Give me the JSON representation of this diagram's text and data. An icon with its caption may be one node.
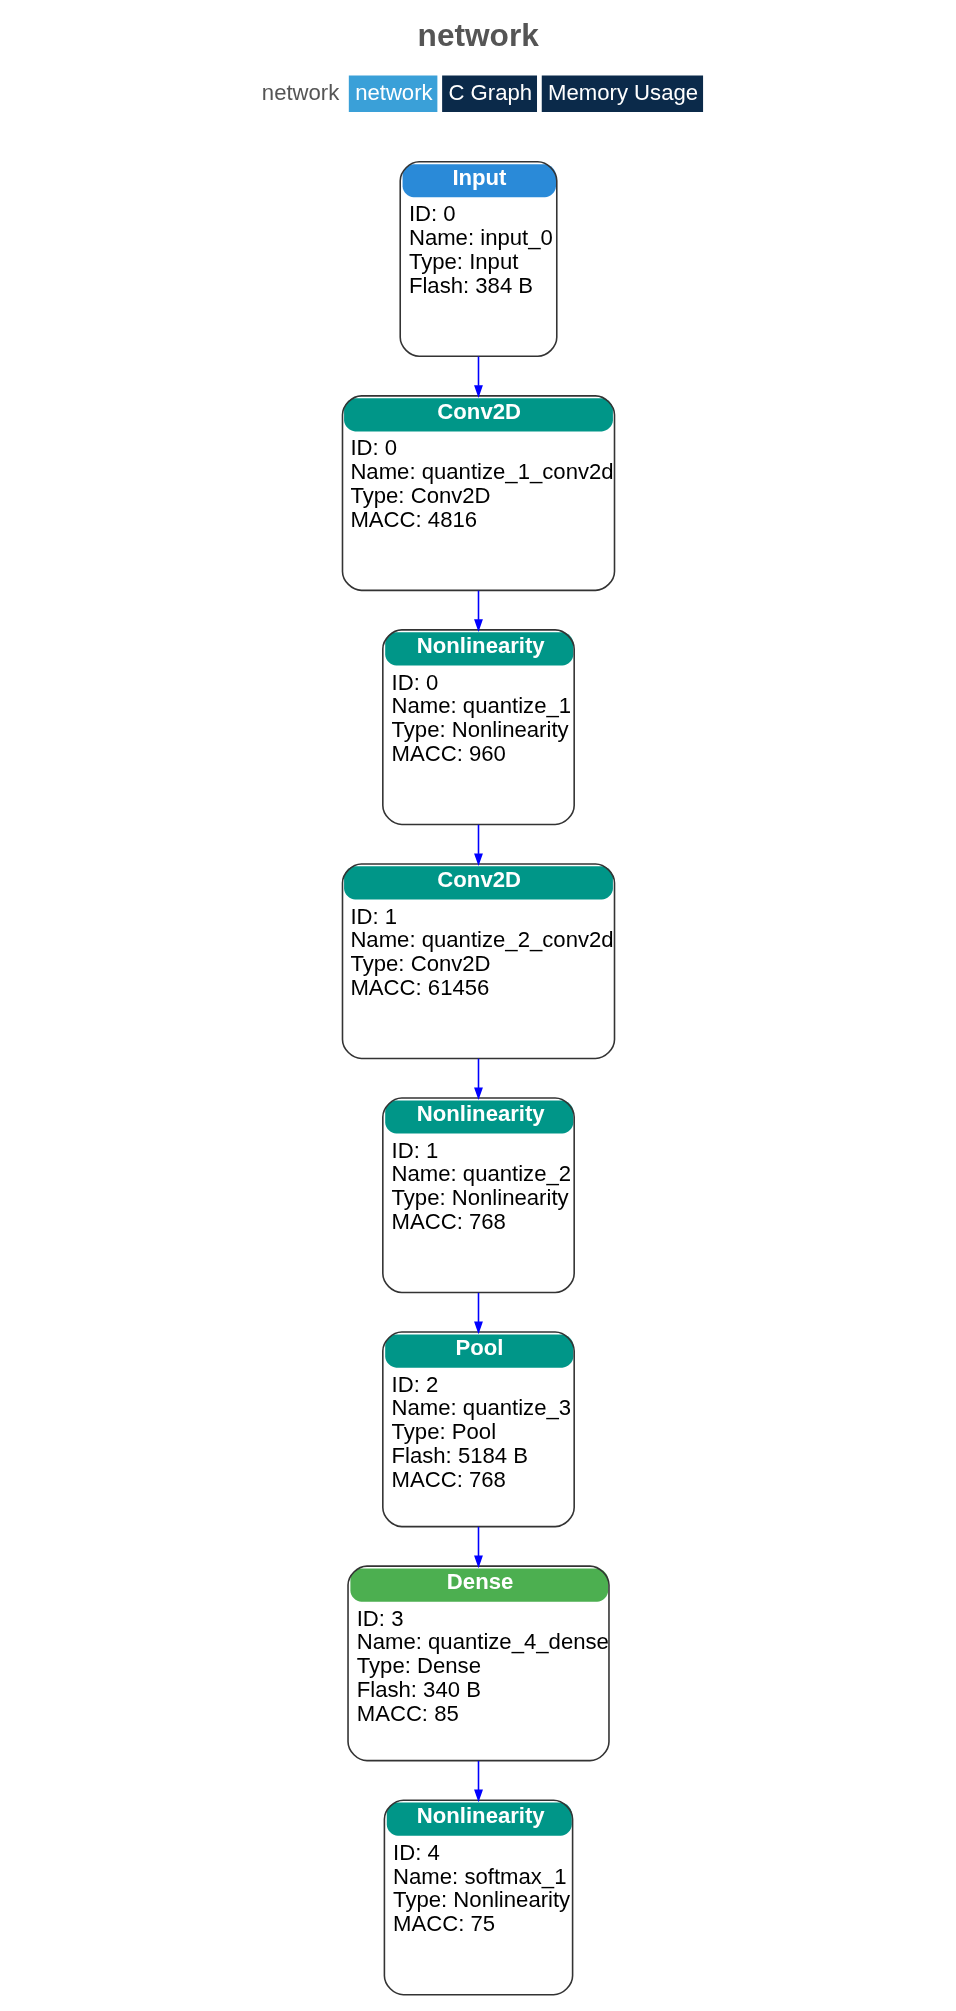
{
  "diagram": {
    "title": "network",
    "nodes": [
      {
        "text": [
          "Input",
          "ID: 0",
          "Name: input_0",
          "Type: Input",
          "Flash: 384 B"
        ]
      },
      {
        "text": [
          "Conv2D",
          "ID: 0",
          "Name: quantize_1_conv2d",
          "Type: Conv2D",
          "MACC: 4816"
        ]
      },
      {
        "text": [
          "Nonlinearity",
          "ID: 0",
          "Name: quantize_1",
          "Type: Nonlinearity",
          "MACC: 960"
        ]
      },
      {
        "text": [
          "Conv2D",
          "ID: 1",
          "Name: quantize_2_conv2d",
          "Type: Conv2D",
          "MACC: 61456"
        ]
      },
      {
        "text": [
          "Nonlinearity",
          "ID: 1",
          "Name: quantize_2",
          "Type: Nonlinearity",
          "MACC: 768"
        ]
      },
      {
        "text": [
          "Pool",
          "ID: 2",
          "Name: quantize_3",
          "Type: Pool",
          "Flash: 5184 B",
          "MACC: 768"
        ]
      },
      {
        "text": [
          "Dense",
          "ID: 3",
          "Name: quantize_4_dense",
          "Type: Dense",
          "Flash: 340 B",
          "MACC: 85"
        ]
      },
      {
        "text": [
          "Nonlinearity",
          "ID: 4",
          "Name: softmax_1",
          "Type: Nonlinearity",
          "MACC: 75"
        ]
      }
    ],
    "edges": [
      {
        "from": 0,
        "to": 1,
        "arrow": "to"
      },
      {
        "from": 1,
        "to": 2,
        "arrow": "to"
      },
      {
        "from": 2,
        "to": 3,
        "arrow": "to"
      },
      {
        "from": 3,
        "to": 4,
        "arrow": "to"
      },
      {
        "from": 4,
        "to": 5,
        "arrow": "to"
      },
      {
        "from": 5,
        "to": 6,
        "arrow": "to"
      },
      {
        "from": 6,
        "to": 7,
        "arrow": "to"
      }
    ],
    "labels": [
      "network",
      "network",
      "C Graph",
      "Memory Usage"
    ]
  }
}
